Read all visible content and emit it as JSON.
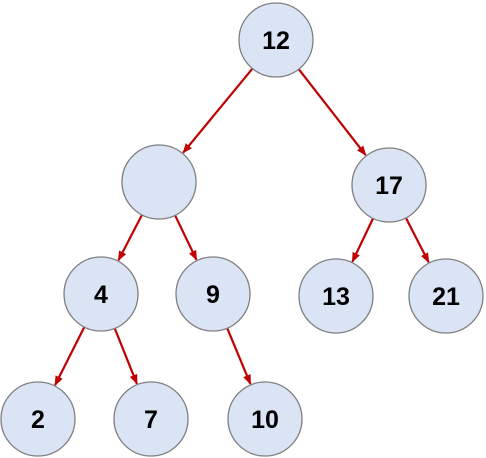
{
  "diagram": {
    "type": "binary-tree",
    "edge_color": "#c00000",
    "node_fill": "#dbe4f4",
    "node_stroke": "#7f7f7f",
    "nodes": [
      {
        "id": "n12",
        "label": "12"
      },
      {
        "id": "nblank",
        "label": ""
      },
      {
        "id": "n17",
        "label": "17"
      },
      {
        "id": "n4",
        "label": "4"
      },
      {
        "id": "n9",
        "label": "9"
      },
      {
        "id": "n13",
        "label": "13"
      },
      {
        "id": "n21",
        "label": "21"
      },
      {
        "id": "n2",
        "label": "2"
      },
      {
        "id": "n7",
        "label": "7"
      },
      {
        "id": "n10",
        "label": "10"
      }
    ],
    "edges": [
      {
        "from": "n12",
        "to": "nblank"
      },
      {
        "from": "n12",
        "to": "n17"
      },
      {
        "from": "nblank",
        "to": "n4"
      },
      {
        "from": "nblank",
        "to": "n9"
      },
      {
        "from": "n17",
        "to": "n13"
      },
      {
        "from": "n17",
        "to": "n21"
      },
      {
        "from": "n4",
        "to": "n2"
      },
      {
        "from": "n4",
        "to": "n7"
      },
      {
        "from": "n9",
        "to": "n10"
      }
    ]
  }
}
